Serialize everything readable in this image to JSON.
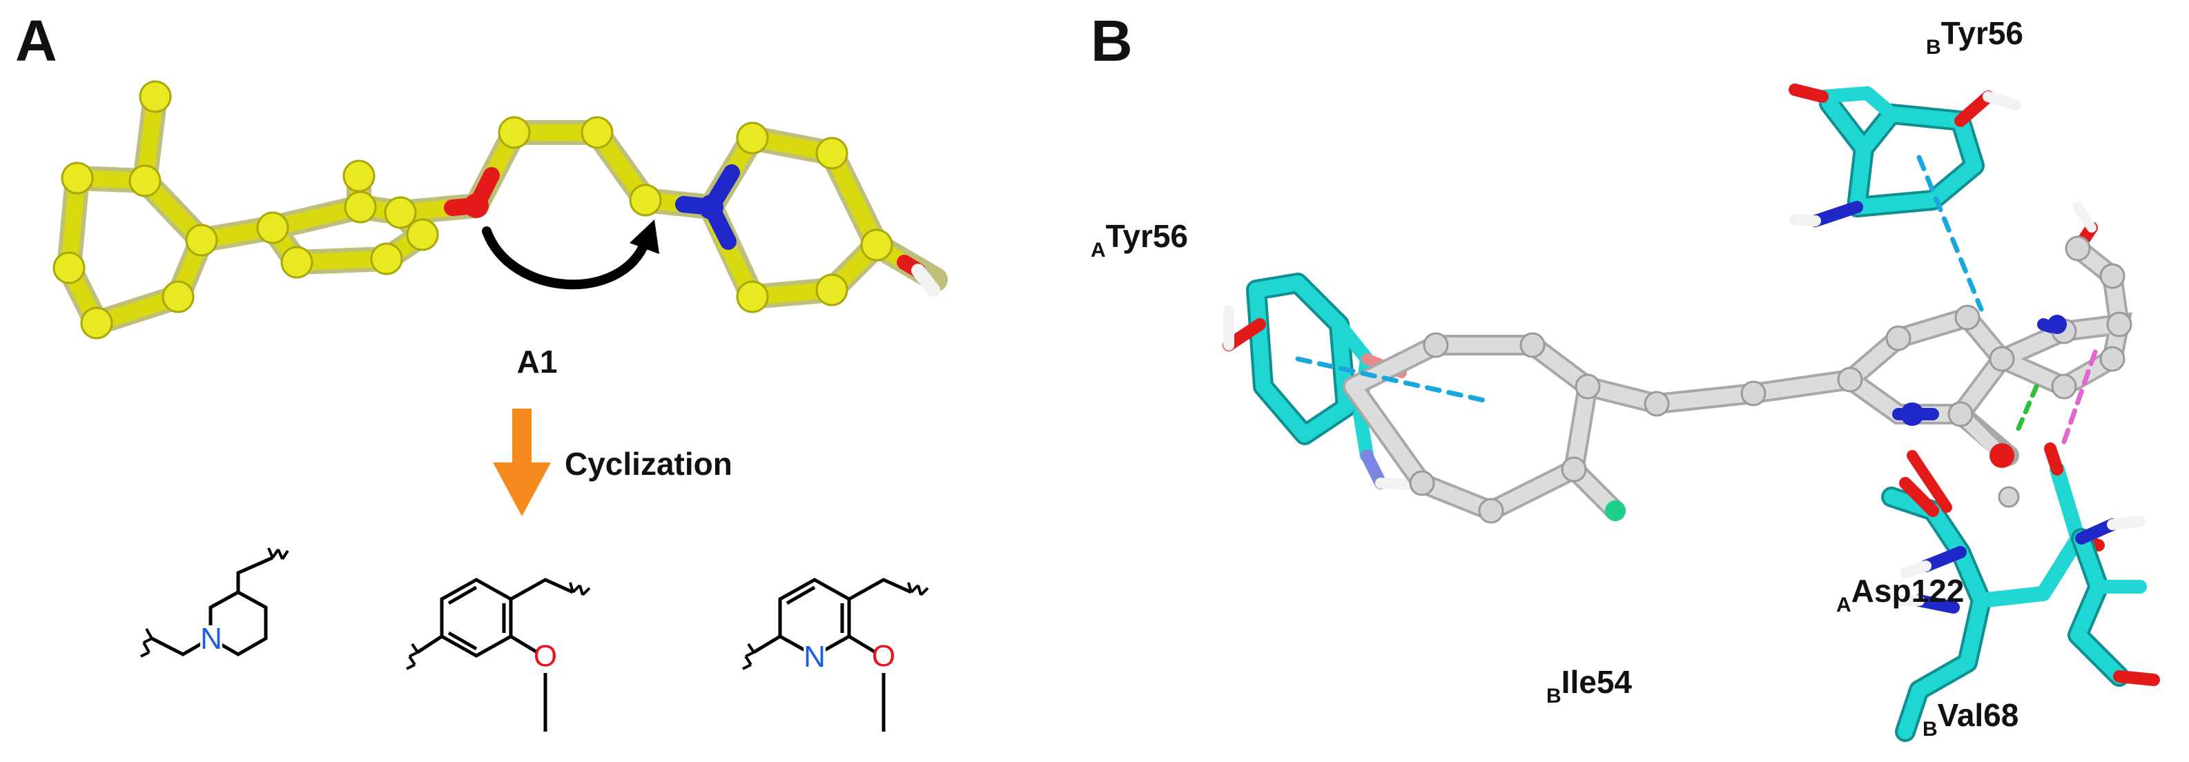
{
  "panel_a": {
    "letter": "A",
    "compound_label": "A1",
    "arrow_label": "Cyclization",
    "fragments": [
      {
        "heteroatom": "N",
        "heteroatom_color": "#1e5fe0"
      },
      {
        "heteroatom": "O",
        "heteroatom_color": "#e8141c"
      },
      {
        "ring_atom": "N",
        "ring_atom_color": "#1e5fe0",
        "heteroatom": "O",
        "heteroatom_color": "#e8141c"
      }
    ]
  },
  "panel_b": {
    "letter": "B",
    "residues": [
      {
        "chain": "B",
        "name": "Tyr56"
      },
      {
        "chain": "A",
        "name": "Tyr56"
      },
      {
        "chain": "A",
        "name": "Asp122"
      },
      {
        "chain": "B",
        "name": "Ile54"
      },
      {
        "chain": "B",
        "name": "Val68"
      }
    ]
  },
  "colors": {
    "ligand_a1": "#e9e923",
    "ligand_b": "#d6d6d6",
    "protein": "#1fd6d3",
    "nitrogen": "#1f27c9",
    "oxygen": "#e31a1a",
    "chlorine": "#1ccf8a",
    "arrow_orange": "#f58a1f",
    "pi_stacking": "#1aa7e0",
    "hbond": "#2fbf3a",
    "ionic": "#e066d0"
  }
}
